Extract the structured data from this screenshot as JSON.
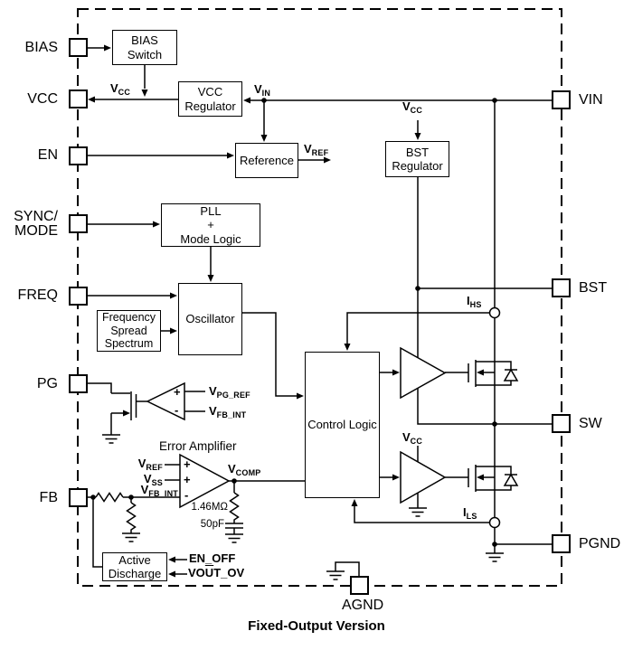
{
  "caption": "Fixed-Output Version",
  "pins": {
    "bias": "BIAS",
    "vcc": "VCC",
    "en": "EN",
    "sync_mode": "SYNC/\nMODE",
    "freq": "FREQ",
    "pg": "PG",
    "fb": "FB",
    "vin": "VIN",
    "bst": "BST",
    "sw": "SW",
    "pgnd": "PGND",
    "agnd": "AGND"
  },
  "blocks": {
    "bias_switch": "BIAS\nSwitch",
    "vcc_regulator": "VCC\nRegulator",
    "reference": "Reference",
    "bst_regulator": "BST\nRegulator",
    "pll": "PLL\n+\nMode Logic",
    "oscillator": "Oscillator",
    "freq_spread_spectrum": "Frequency\nSpread\nSpectrum",
    "control_logic": "Control Logic",
    "active_discharge": "Active\nDischarge"
  },
  "signals": {
    "vcc": {
      "main": "V",
      "sub": "CC"
    },
    "vin": {
      "main": "V",
      "sub": "IN"
    },
    "vref": {
      "main": "V",
      "sub": "REF"
    },
    "vss": {
      "main": "V",
      "sub": "SS"
    },
    "vfb_int": {
      "main": "V",
      "sub": "FB_INT"
    },
    "vpg_ref": {
      "main": "V",
      "sub": "PG_REF"
    },
    "vcomp": {
      "main": "V",
      "sub": "COMP"
    },
    "ihs": {
      "main": "I",
      "sub": "HS"
    },
    "ils": {
      "main": "I",
      "sub": "LS"
    },
    "error_amplifier": "Error Amplifier",
    "comp_resistor": "1.46MΩ",
    "comp_capacitor": "50pF",
    "en_off": "EN_OFF",
    "vout_ov": {
      "pre": "VO",
      "over": "U",
      "post": "T_OV"
    }
  },
  "signs": {
    "plus": "+",
    "minus": "-"
  }
}
